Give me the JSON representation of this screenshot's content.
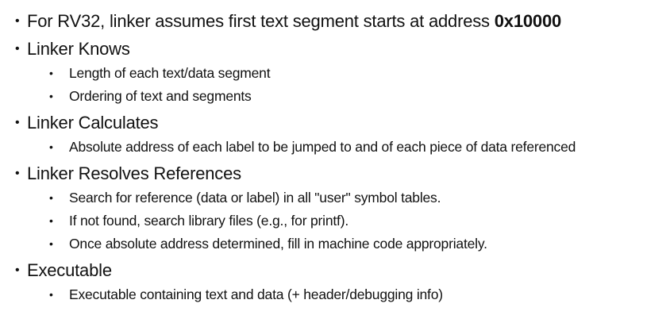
{
  "slide": {
    "background_color": "#ffffff",
    "text_color": "#111111",
    "bullet_glyph": "•",
    "items": [
      {
        "level": 1,
        "text": "For RV32, linker assumes first text segment starts at address ",
        "bold_text": "0x10000"
      },
      {
        "level": 1,
        "text": "Linker Knows"
      },
      {
        "level": 2,
        "text": "Length of each text/data segment"
      },
      {
        "level": 2,
        "text": "Ordering of text and segments"
      },
      {
        "level": 1,
        "text": "Linker Calculates"
      },
      {
        "level": 2,
        "text": "Absolute address of each label to be jumped to and of each piece of data referenced"
      },
      {
        "level": 1,
        "text": "Linker Resolves References"
      },
      {
        "level": 2,
        "text": "Search for reference (data or label) in all \"user\" symbol tables."
      },
      {
        "level": 2,
        "text": "If not found, search library files (e.g., for printf)."
      },
      {
        "level": 2,
        "text": "Once absolute address determined, fill in machine code appropriately."
      },
      {
        "level": 1,
        "text": "Executable"
      },
      {
        "level": 2,
        "text": "Executable containing text and data (+ header/debugging info)"
      }
    ]
  }
}
